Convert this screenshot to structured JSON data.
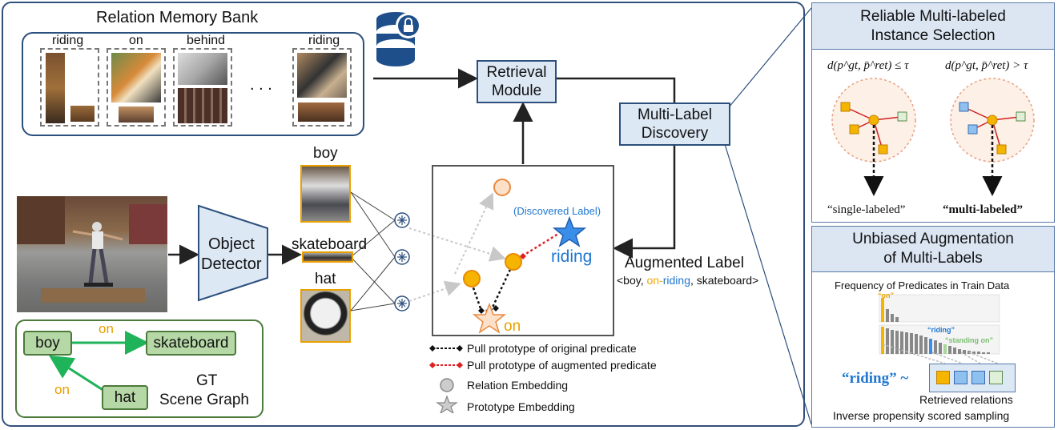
{
  "memory_bank": {
    "title": "Relation Memory Bank",
    "labels": [
      "riding",
      "on",
      "behind",
      "riding"
    ],
    "ellipsis": ". . ."
  },
  "retrieval_module": {
    "line1": "Retrieval",
    "line2": "Module"
  },
  "multi_label_discovery": {
    "line1": "Multi-Label",
    "line2": "Discovery"
  },
  "object_detector": {
    "line1": "Object",
    "line2": "Detector"
  },
  "objects": [
    "boy",
    "skateboard",
    "hat"
  ],
  "embedding_space": {
    "discovered_label": "(Discovered Label)",
    "riding": "riding",
    "on": "on"
  },
  "augmented_label": {
    "title": "Augmented Label",
    "open": "<boy, ",
    "part_on": "on-",
    "part_riding": "riding",
    "close": ", skateboard>"
  },
  "gt_scene_graph": {
    "nodes": [
      "boy",
      "skateboard",
      "hat"
    ],
    "edge_label_top": "on",
    "edge_label_left": "on",
    "title_line1": "GT",
    "title_line2": "Scene Graph"
  },
  "legend": {
    "pull_original": "Pull prototype of original predicate",
    "pull_augmented": "Pull prototype of augmented predicate",
    "relation_embedding": "Relation Embedding",
    "prototype_embedding": "Prototype Embedding"
  },
  "reliable_selection": {
    "title_line1": "Reliable Multi-labeled",
    "title_line2": "Instance Selection",
    "cond_left": "d(p^gt, p̄^ret) ≤ τ",
    "cond_right": "d(p^gt, p̄^ret) > τ",
    "single": "“single-labeled”",
    "multi": "“multi-labeled”"
  },
  "unbiased_augmentation": {
    "title_line1": "Unbiased Augmentation",
    "title_line2": "of Multi-Labels",
    "freq_title": "Frequency of Predicates in Train Data",
    "bar_on": "“on”",
    "bar_riding": "“riding”",
    "bar_standing_on": "“standing on”",
    "riding_quote": "“riding” ~",
    "retrieved": "Retrieved relations",
    "sampling": "Inverse propensity scored sampling"
  },
  "colors": {
    "accent_blue": "#1f77d0",
    "panel_border": "#33507a",
    "orange": "#f5b400",
    "green_arrow": "#1fb35a",
    "red": "#e02020"
  },
  "icons": {
    "database": "database-lock-icon",
    "star": "star-icon",
    "merge": "asterisk-merge-icon"
  }
}
